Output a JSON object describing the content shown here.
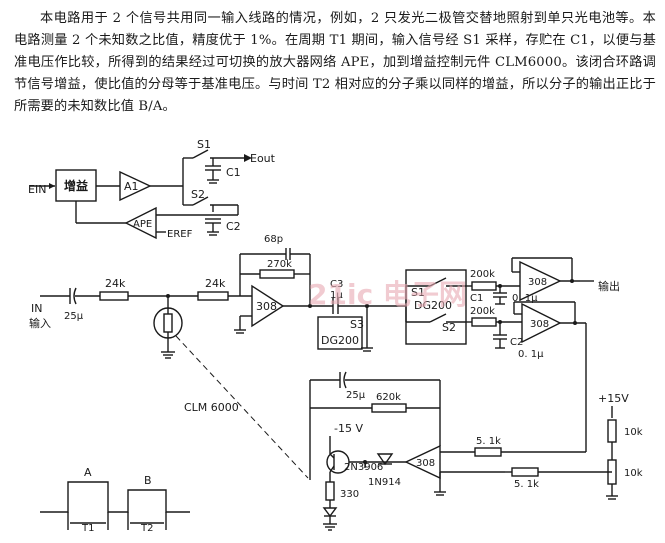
{
  "description_text": "本电路用于 2 个信号共用同一输入线路的情况，例如，2 只发光二极管交替地照射到单只光电池等。本电路测量 2 个未知数之比值，精度优于 1%。在周期 T1 期间，输入信号经 S1 采样，存贮在 C1，以便与基准电压作比较，所得到的结果经过可切换的放大器网络 APE，加到增益控制元件 CLM6000。该闭合环路调节信号增益，使比值的分母等于基准电压。与时间 T2 相对应的分子乘以同样的增益，所以分子的输出正比于所需要的未知数比值 B/A。",
  "block_diagram": {
    "input": "EIN",
    "gain_block": "增益",
    "amp1": "A1",
    "amp2": "APE",
    "switch1": "S1",
    "switch2": "S2",
    "cap1": "C1",
    "cap2": "C2",
    "output": "Eout",
    "reference": "EREF"
  },
  "circuit": {
    "input_label": "IN",
    "input_label_cn": "输入",
    "c_in": "25μ",
    "r1": "24k",
    "r2": "24k",
    "c_fb": "68p",
    "r_fb": "270k",
    "opamp1": "308",
    "c3_label": "C3",
    "c3_value": "1μ",
    "switch_ic_label": "S3",
    "switch_ic_part": "DG200",
    "dual_switch_s1": "S1",
    "dual_switch_part": "DG200",
    "dual_switch_s2": "S2",
    "r_s1": "200k",
    "r_s2": "200k",
    "c1_label": "C1",
    "c1_value": "0. 1μ",
    "c2_label": "C2",
    "c2_value": "0. 1μ",
    "opamp_out": "308",
    "opamp_ref": "308",
    "output_label": "输出",
    "clm_label": "CLM 6000",
    "c_loop": "25μ",
    "r_loop": "620k",
    "neg_supply": "-15 V",
    "transistor": "2N3906",
    "diode": "1N914",
    "opamp_ctrl": "308",
    "r_5k1_a": "5. 1k",
    "r_5k1_b": "5. 1k",
    "r_330": "330",
    "pos_supply": "+15V",
    "r_10k_a": "10k",
    "r_10k_b": "10k"
  },
  "timing": {
    "label_a": "A",
    "label_b": "B",
    "t1": "T1",
    "t2": "T2"
  },
  "watermark": "21ic 电子网"
}
